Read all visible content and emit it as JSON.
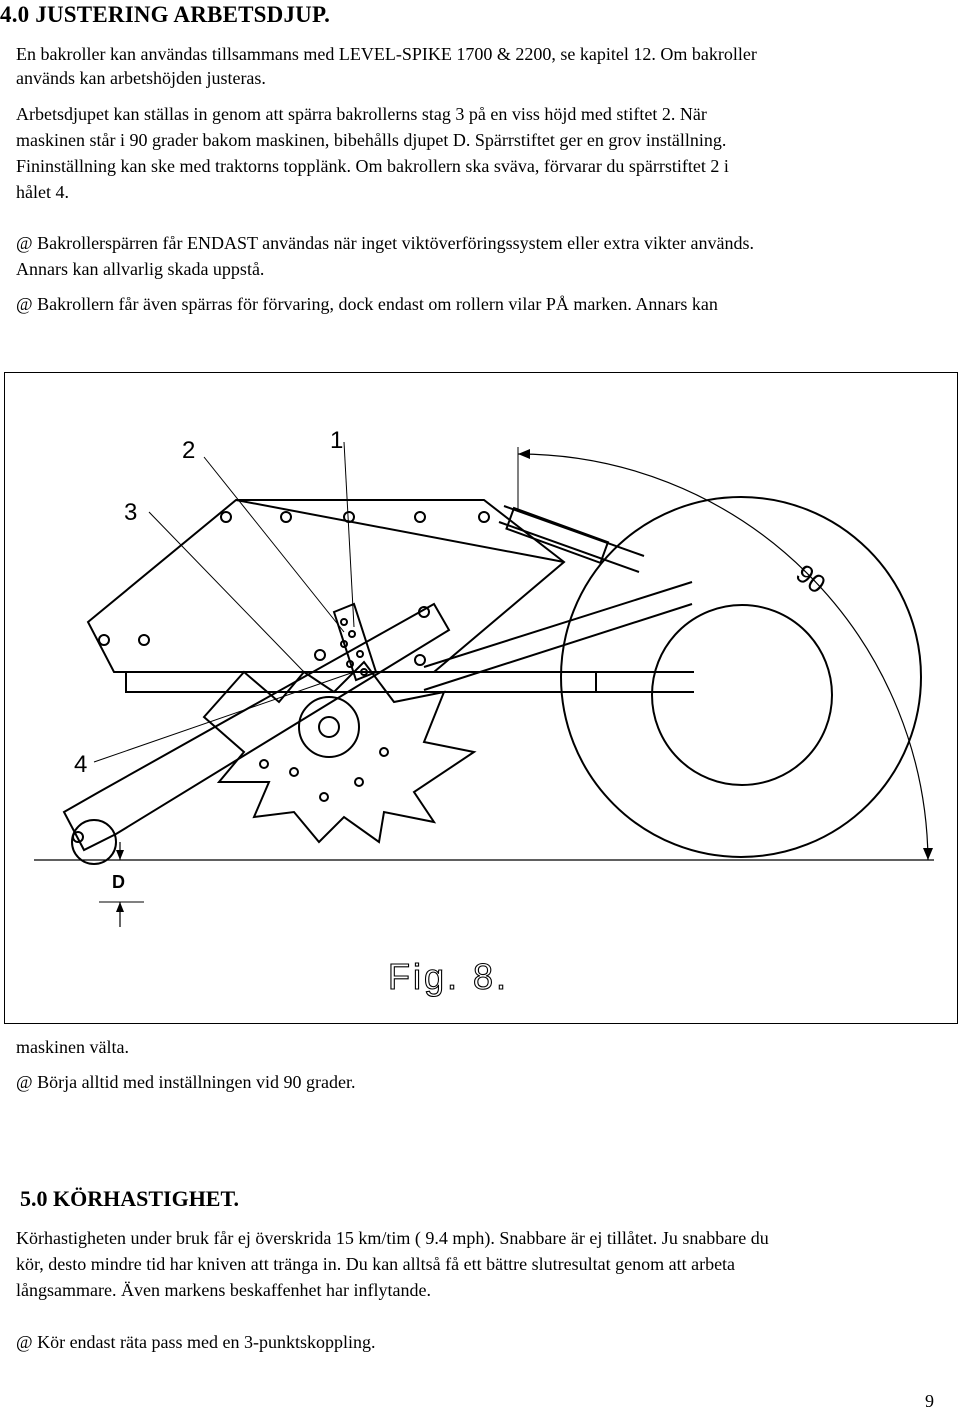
{
  "section4": {
    "title": "4.0 JUSTERING ARBETSDJUP.",
    "para1_line1": "En bakroller kan användas tillsammans med LEVEL-SPIKE 1700 & 2200, se kapitel 12. Om bakroller",
    "para1_line2": "används kan arbetshöjden justeras.",
    "para2_line1": "Arbetsdjupet kan ställas in genom att spärra bakrollerns stag 3 på en viss höjd med stiftet 2. När",
    "para2_line2": "maskinen står i 90 grader bakom maskinen, bibehålls djupet D. Spärrstiftet ger en grov inställning.",
    "para2_line3": "Fininställning kan ske med traktorns topplänk. Om bakrollern ska sväva, förvarar du spärrstiftet 2 i",
    "para2_line4": "hålet 4.",
    "warn1_line1": "@ Bakrollerspärren får ENDAST användas när inget viktöverföringssystem eller extra vikter används.",
    "warn1_line2": "Annars kan allvarlig skada uppstå.",
    "warn2_line1": "@ Bakrollern får även spärras för förvaring, dock endast om rollern vilar PÅ marken. Annars kan",
    "warn2_line2": "maskinen välta.",
    "warn3": "@ Börja alltid med inställningen vid 90 grader."
  },
  "figure": {
    "label_1": "1",
    "label_2": "2",
    "label_3": "3",
    "label_4": "4",
    "label_d": "D",
    "angle_label": "90",
    "caption": "Fig. 8."
  },
  "section5": {
    "title": "5.0 KÖRHASTIGHET.",
    "para1_line1": "Körhastigheten under bruk får ej överskrida 15 km/tim ( 9.4 mph). Snabbare är ej tillåtet. Ju snabbare du",
    "para1_line2": "kör, desto mindre tid har kniven att tränga in. Du kan alltså få ett bättre slutresultat genom att arbeta",
    "para1_line3": "långsammare. Även markens beskaffenhet har inflytande.",
    "warn": "@ Kör endast räta pass med en 3-punktskoppling."
  },
  "page_number": "9"
}
